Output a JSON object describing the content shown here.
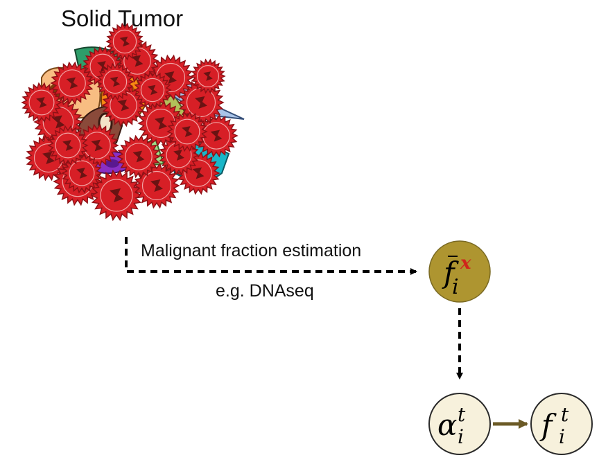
{
  "title": "Solid Tumor",
  "edge": {
    "label": "Malignant fraction estimation",
    "sublabel": "e.g. DNAseq"
  },
  "nodes": {
    "fbar": {
      "base": "f",
      "sub": "i",
      "sup": "x",
      "fill": "#ae9530",
      "sup_color": "#d0241b"
    },
    "alpha": {
      "base": "α",
      "sub": "i",
      "sup": "t",
      "fill": "#f7f1dc"
    },
    "f": {
      "base": "f",
      "sub": "i",
      "sup": "t",
      "fill": "#f7f1dc"
    }
  },
  "colors": {
    "tumor_cell": "#d71f26",
    "tumor_cell_edge": "#8e1116",
    "tumor_nucleus": "#6a1313",
    "solid_arrow": "#6b5a26",
    "dashed_arrow": "#000000"
  },
  "tumor_other_cells": [
    "orange",
    "green",
    "light-orange",
    "brown",
    "purple",
    "light-green",
    "cyan",
    "light-blue",
    "olive"
  ]
}
